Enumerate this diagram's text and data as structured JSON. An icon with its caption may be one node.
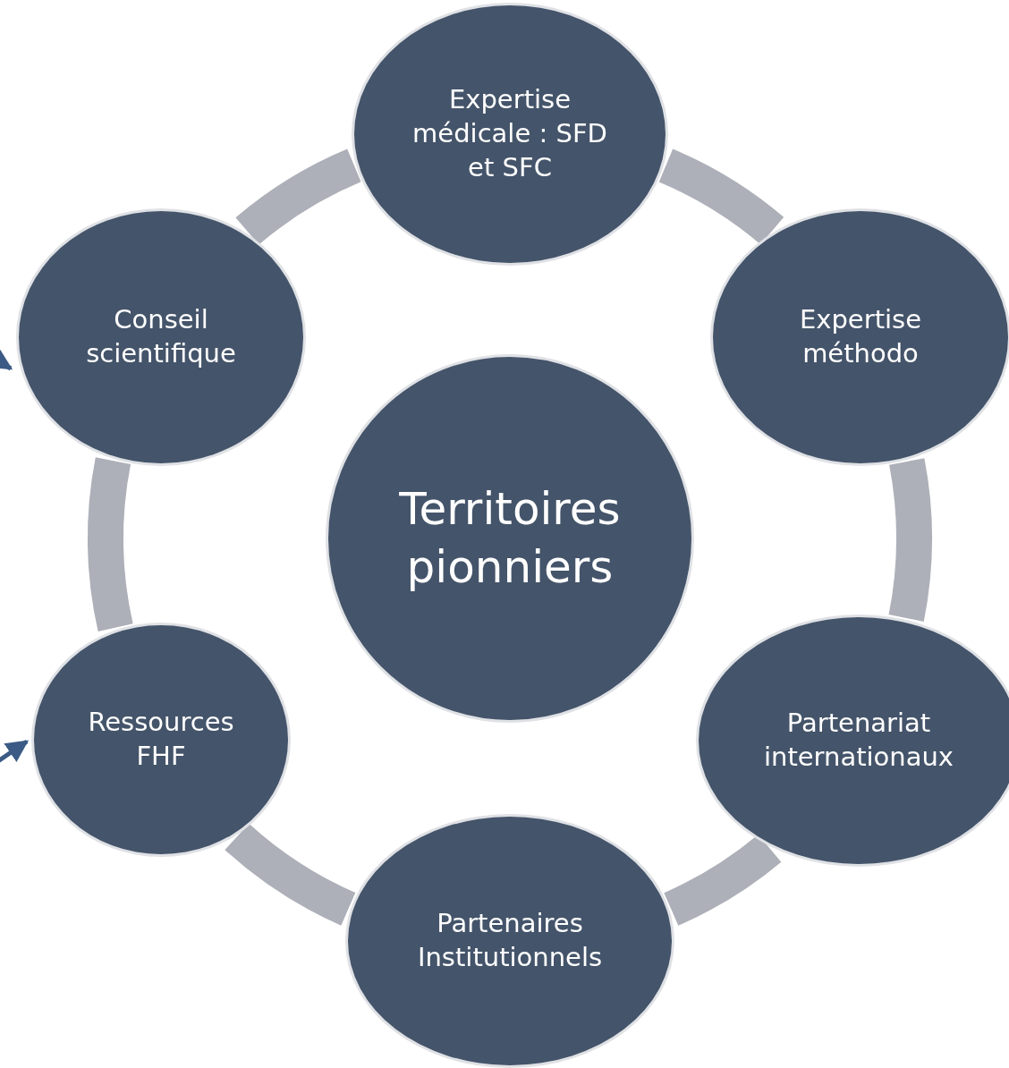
{
  "diagram": {
    "nodes": [
      {
        "text": [
          "Expertise médicale : SFD et SFC"
        ]
      },
      {
        "text": [
          "Conseil scientifique"
        ]
      },
      {
        "text": [
          "Expertise méthodo"
        ]
      },
      {
        "text": [
          "Territoires pionniers"
        ]
      },
      {
        "text": [
          "Ressources FHF"
        ]
      },
      {
        "text": [
          "Partenariat internationaux"
        ]
      },
      {
        "text": [
          "Partenaires Institutionnels"
        ]
      }
    ],
    "edges": [
      {
        "from": 0,
        "to": 2,
        "arrow": "none"
      },
      {
        "from": 2,
        "to": 5,
        "arrow": "none"
      },
      {
        "from": 5,
        "to": 6,
        "arrow": "none"
      },
      {
        "from": 6,
        "to": 4,
        "arrow": "none"
      },
      {
        "from": 4,
        "to": 1,
        "arrow": "none"
      },
      {
        "from": 1,
        "to": 0,
        "arrow": "none"
      },
      {
        "from": null,
        "to": 1,
        "arrow": "to",
        "color": "#3b5b86"
      },
      {
        "from": null,
        "to": 4,
        "arrow": "to",
        "color": "#3b5b86"
      }
    ]
  }
}
